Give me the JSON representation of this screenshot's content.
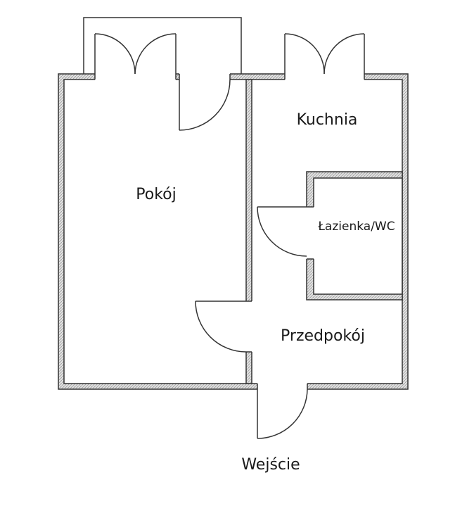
{
  "rooms": {
    "pokoj": "Pokój",
    "kuchnia": "Kuchnia",
    "lazienka": "Łazienka/WC",
    "przedpokoj": "Przedpokój"
  },
  "entrance": "Wejście",
  "colors": {
    "wall_outline": "#333333",
    "wall_fill": "#cfcfcf",
    "line": "#333333",
    "background": "#ffffff"
  }
}
